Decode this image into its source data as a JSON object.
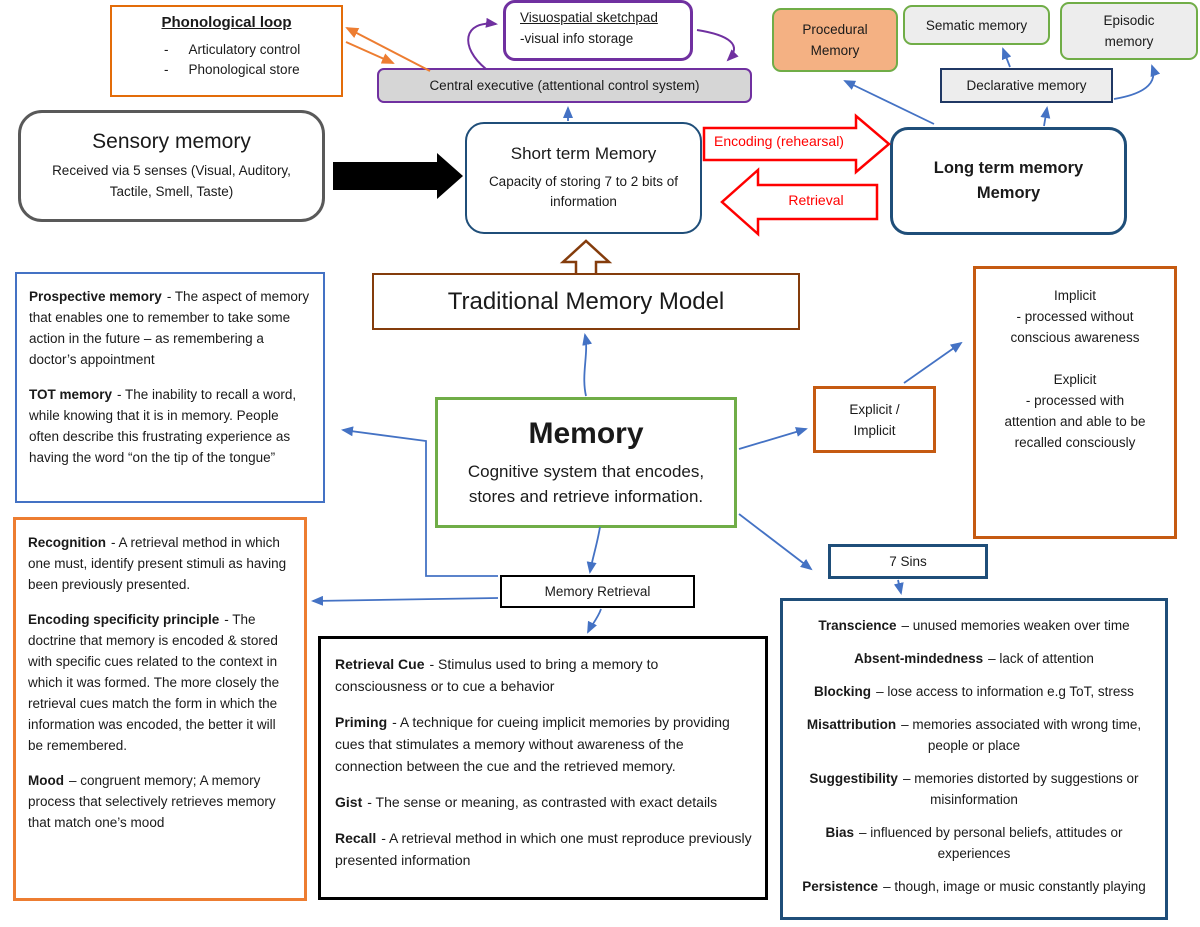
{
  "palette": {
    "blue_arrow": "#4472C4",
    "navy_border": "#1F4E79",
    "dark_navy": "#203864",
    "green_border": "#70AD47",
    "orange_border": "#ED7D31",
    "dark_orange": "#C55A11",
    "orange_loop": "#E36C09",
    "purple": "#7030A0",
    "brown": "#843C0C",
    "red": "#FF0000",
    "gray_fill": "#D6D6D6",
    "light_gray_fill": "#EDEDED",
    "peach_fill": "#F4B183"
  },
  "nodes": {
    "phonological": {
      "title": "Phonological loop",
      "items": [
        {
          "dash": "-",
          "label": "Articulatory control"
        },
        {
          "dash": "-",
          "label": "Phonological store"
        }
      ]
    },
    "sketchpad": {
      "title": "Visuospatial sketchpad",
      "subtitle": "-visual info storage"
    },
    "central_executive": {
      "label": "Central executive (attentional control system)"
    },
    "procedural": {
      "line1": "Procedural",
      "line2": "Memory"
    },
    "sematic": {
      "label": "Sematic memory"
    },
    "episodic": {
      "line1": "Episodic",
      "line2": "memory"
    },
    "declarative": {
      "label": "Declarative memory"
    },
    "sensory": {
      "title": "Sensory memory",
      "body": "Received via 5 senses (Visual, Auditory, Tactile, Smell, Taste)"
    },
    "short_term": {
      "title": "Short term Memory",
      "body": "Capacity of storing 7 to 2 bits of information"
    },
    "long_term": {
      "line1": "Long term memory",
      "line2": "Memory"
    },
    "traditional": {
      "label": "Traditional Memory Model"
    },
    "memory": {
      "title": "Memory",
      "body": "Cognitive system that encodes, stores and retrieve information."
    },
    "prospective": {
      "items": [
        {
          "term": "Prospective memory",
          "def": "- The aspect of memory that enables one to remember to take some action in the future – as remembering a doctor’s appointment"
        },
        {
          "term": "TOT memory",
          "def": "- The inability to recall a word, while knowing that it is in memory. People often describe this frustrating experience as having the word “on the tip of the tongue”"
        }
      ]
    },
    "recognition": {
      "items": [
        {
          "term": "Recognition",
          "def": "- A retrieval method in which one must, identify present stimuli as having been previously presented."
        },
        {
          "term": "Encoding specificity principle",
          "def": "- The doctrine that memory is encoded & stored with specific cues related to the context in which it was formed. The more closely the retrieval cues match the form in which the information was encoded, the better it will be remembered."
        },
        {
          "term": "Mood",
          "def": "– congruent memory; A memory process that selectively retrieves memory that match one’s mood"
        }
      ]
    },
    "explicit_small": {
      "line1": "Explicit /",
      "line2": "Implicit"
    },
    "implicit_desc": {
      "lines": [
        "Implicit",
        "- processed without",
        "conscious awareness",
        "",
        "Explicit",
        "- processed with",
        "attention and able to be",
        "recalled consciously"
      ]
    },
    "seven_sins": {
      "label": "7 Sins"
    },
    "sins": {
      "items": [
        {
          "term": "Transcience",
          "def": "– unused memories weaken over time"
        },
        {
          "term": "Absent-mindedness",
          "def": "– lack of attention"
        },
        {
          "term": "Blocking",
          "def": "– lose access to information e.g ToT, stress"
        },
        {
          "term": "Misattribution",
          "def": "– memories associated with wrong time, people or place"
        },
        {
          "term": "Suggestibility",
          "def": "– memories distorted by suggestions or misinformation"
        },
        {
          "term": "Bias",
          "def": "– influenced by personal beliefs, attitudes or experiences"
        },
        {
          "term": "Persistence",
          "def": "– though, image or music constantly playing"
        }
      ]
    },
    "memory_retrieval": {
      "label": "Memory Retrieval"
    },
    "retrieval_methods": {
      "items": [
        {
          "term": "Retrieval Cue",
          "def": "- Stimulus used to bring a memory to consciousness or to cue a behavior"
        },
        {
          "term": "Priming",
          "def": "- A technique for cueing implicit memories by providing cues that stimulates a memory without awareness of the connection between the cue and the retrieved memory."
        },
        {
          "term": "Gist",
          "def": "- The sense or meaning, as contrasted with exact details"
        },
        {
          "term": "Recall",
          "def": "- A retrieval method in which one must reproduce previously presented information"
        }
      ]
    }
  },
  "flow": {
    "encoding": "Encoding (rehearsal)",
    "retrieval": "Retrieval"
  }
}
